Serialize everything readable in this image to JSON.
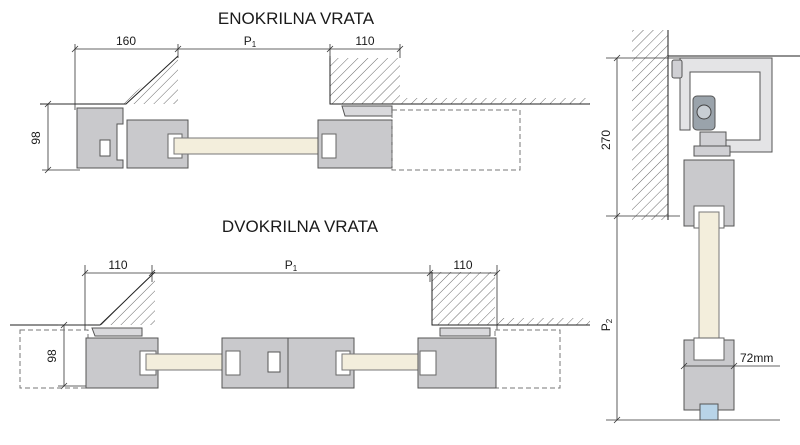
{
  "diagram": {
    "single": {
      "title": "ENOKRILNA VRATA",
      "dim_left": "160",
      "dim_opening": "P",
      "dim_opening_sub": "1",
      "dim_right": "110",
      "dim_height": "98"
    },
    "double": {
      "title": "DVOKRILNA VRATA",
      "dim_left": "110",
      "dim_opening": "P",
      "dim_opening_sub": "1",
      "dim_right": "110",
      "dim_height": "98"
    },
    "section": {
      "dim_top": "270",
      "dim_height": "P",
      "dim_height_sub": "2",
      "dim_thickness": "72mm"
    }
  },
  "colors": {
    "profile": "#c9c9cc",
    "glass_panel": "#f3eedc",
    "lines": "#222222"
  }
}
